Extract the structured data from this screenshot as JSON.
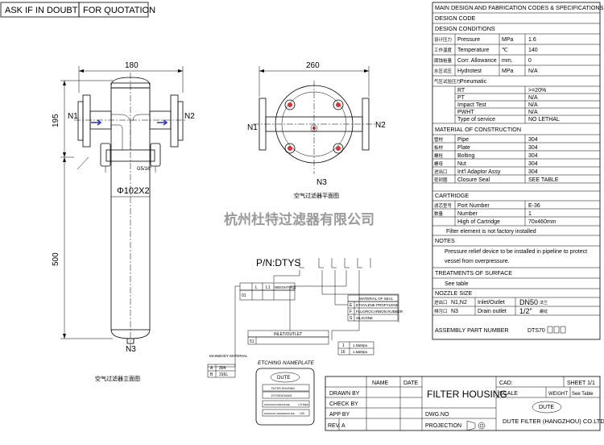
{
  "header": {
    "ask": "ASK IF IN DOUBT",
    "quotation": "FOR QUOTATION"
  },
  "drawing": {
    "front_view": {
      "dim_width": "180",
      "dim_top": "195",
      "dim_body": "500",
      "dim_pipe": "Φ102X2",
      "port_left": "N1",
      "port_right": "N2",
      "port_bottom": "N3",
      "small_note": "G5/16\"",
      "caption": "空气过滤器立面图"
    },
    "plan_view": {
      "dim_width": "260",
      "port_left": "N1",
      "port_right": "N2",
      "port_bottom": "N3",
      "caption": "空气过滤器平面图"
    },
    "watermark": "杭州杜特过滤器有限公司"
  },
  "part_number": {
    "prefix": "P/N:DTYS",
    "table_hl": {
      "col_l": "L",
      "col_l1": "L1",
      "col_weight": "WEIGHT(Kg)",
      "row1": "01"
    },
    "seal_table": {
      "title": "MATERIAL OF SEAL",
      "rows": [
        {
          "code": "E",
          "name": "ETHYLENE PROPYLENE"
        },
        {
          "code": "F",
          "name": "FLUOROCARBON RUBBER"
        },
        {
          "code": "S",
          "name": "SILICONE"
        }
      ]
    },
    "inlet_table": {
      "title": "INLET/OUTLET",
      "rows": [
        {
          "code": "51",
          "name": ""
        }
      ]
    },
    "size_table": {
      "rows": [
        {
          "code": "1",
          "name": "1.0&Mpa"
        },
        {
          "code": "16",
          "name": "1.6&Mpa"
        }
      ]
    },
    "body_table": {
      "title": "MAINBODY MATERIAL",
      "rows": [
        {
          "code": "A",
          "name": "304"
        },
        {
          "code": "B",
          "name": "316L"
        }
      ]
    }
  },
  "nameplate": {
    "title": "ETCHING NAMEPLATE",
    "logo": "DUTE",
    "line1": "FILTER HOUSING",
    "line2": "DTYS51E16A01",
    "line3": "MAXIMUM PRESSURE",
    "line3_val": "1.6 Mpa",
    "line4": "MAXIMUM TEMPERATURE",
    "line4_val": "140"
  },
  "spec": {
    "title": "MAIN DESIGN AND FABRICATION CODES & SPECIFICATIONS",
    "design_code": "DESIGN CODE",
    "design_conditions": "DESIGN CONDITIONS",
    "conditions": [
      {
        "cn": "设计压力",
        "en": "Pressure",
        "unit": "MPa",
        "val": "1.6"
      },
      {
        "cn": "工作温度",
        "en": "Temperature",
        "unit": "℃",
        "val": "140"
      },
      {
        "cn": "腐蚀裕量",
        "en": "Corr. Allowance",
        "unit": "mm.",
        "val": "0"
      },
      {
        "cn": "水压试压",
        "en": "Hydrotest",
        "unit": "MPa",
        "val": "N/A"
      }
    ],
    "pneumatic": {
      "cn": "气压试验压力",
      "en": "Pneumatic",
      "unit": "",
      "val": ""
    },
    "sub": [
      {
        "en": "RT",
        "val": ">=20%"
      },
      {
        "en": "PT",
        "val": "N/A"
      },
      {
        "en": "Impact Test",
        "val": "N/A"
      },
      {
        "en": "PWHT",
        "val": "N/A"
      },
      {
        "en": "Type of service",
        "val": "NO LETHAL"
      }
    ],
    "material_title": "MATERIAL OF CONSTRUCTION",
    "materials": [
      {
        "cn": "管材",
        "en": "Pipe",
        "val": "304"
      },
      {
        "cn": "板材",
        "en": "Plate",
        "val": "304"
      },
      {
        "cn": "螺栓",
        "en": "Bolting",
        "val": "304"
      },
      {
        "cn": "螺母",
        "en": "Nut",
        "val": "304"
      },
      {
        "cn": "进出口",
        "en": "Int'l Adaptor Assy",
        "val": "304"
      },
      {
        "cn": "密封圈",
        "en": "Closure Seal",
        "val": "SEE TABLE"
      }
    ],
    "cartridge_title": "CARTRIDGE",
    "cartridge": [
      {
        "cn": "滤芯型号",
        "en": "Port Number",
        "val": "E-36"
      },
      {
        "cn": "数量",
        "en": "Number",
        "val": "1"
      },
      {
        "cn": "",
        "en": "High of Cartridge",
        "val": "70x460mm"
      }
    ],
    "cartridge_note": "Filter element is not factory installed",
    "notes_title": "NOTES",
    "notes_line1": "Pressure relief device to be installed in pipeline to protect",
    "notes_line2": "vessel from overpressure.",
    "treatments_title": "TREATMENTS OF SURFACE",
    "treatments": "See table",
    "nozzle_title": "NOZZLE SIZE",
    "nozzles": [
      {
        "cn": "进出口",
        "port": "N1,N2",
        "name": "Inlet/Outlet",
        "size": "DN50",
        "suffix": "法兰"
      },
      {
        "cn": "排污口",
        "port": "N3",
        "name": "Drain outlet",
        "size": "1/2\"",
        "suffix": "螺纹"
      }
    ],
    "assembly_label": "ASSEMBLY PART NUMBER",
    "assembly_value": "DTS70"
  },
  "title_block": {
    "name": "NAME",
    "date": "DATE",
    "drawn_by": "DRAWN BY",
    "check_by": "CHECK BY",
    "app_by": "APP BY",
    "rev": "REV.",
    "rev_val": "A",
    "title": "FILTER HOUSING",
    "cad": "CAD:",
    "sheet": "SHEET 1/1",
    "scale": "SCALE",
    "weight": "WEIGHT",
    "see_table": "See Table",
    "dwg_no": "DWG.NO",
    "projection": "PROJECTION",
    "logo": "DUTE",
    "company": "DUTE FILTER (HANGZHOU) CO.LTD"
  }
}
